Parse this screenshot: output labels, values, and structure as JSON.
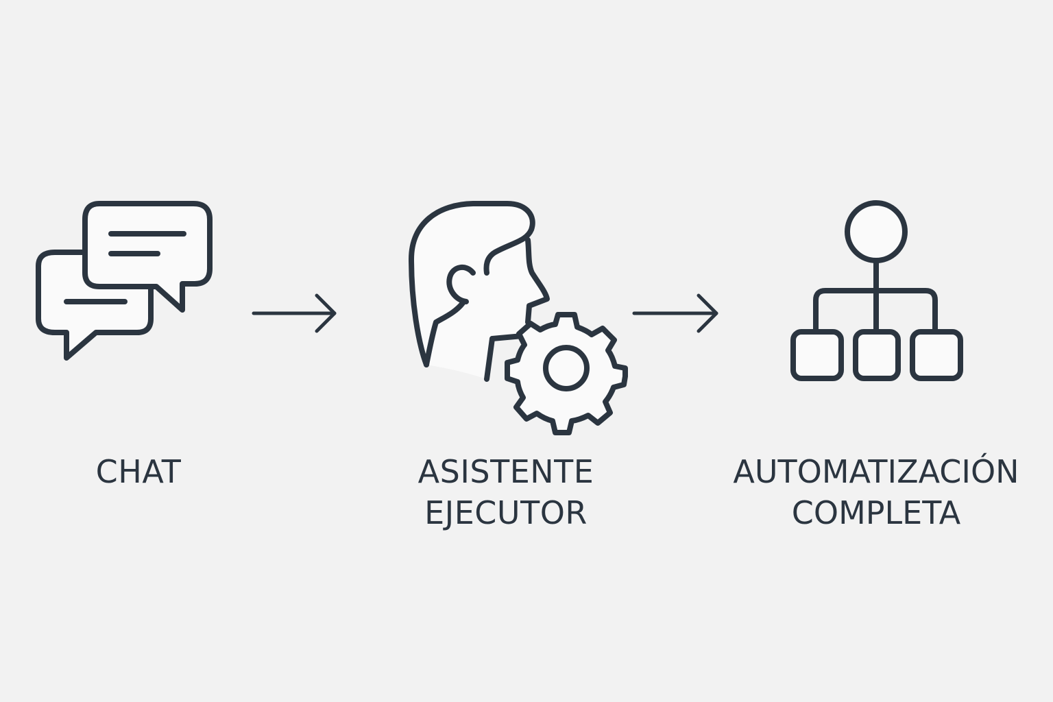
{
  "colors": {
    "background": "#f2f2f2",
    "stroke": "#2b3540",
    "icon_fill": "#fafafa"
  },
  "steps": [
    {
      "icon": "chat-bubbles-icon",
      "lines": [
        "CHAT"
      ]
    },
    {
      "icon": "person-with-gear-icon",
      "lines": [
        "ASISTENTE",
        "EJECUTOR"
      ]
    },
    {
      "icon": "hierarchy-org-chart-icon",
      "lines": [
        "AUTOMATIZACIÓN",
        "COMPLETA"
      ]
    }
  ],
  "connectors": [
    "right-arrow-icon",
    "right-arrow-icon"
  ]
}
